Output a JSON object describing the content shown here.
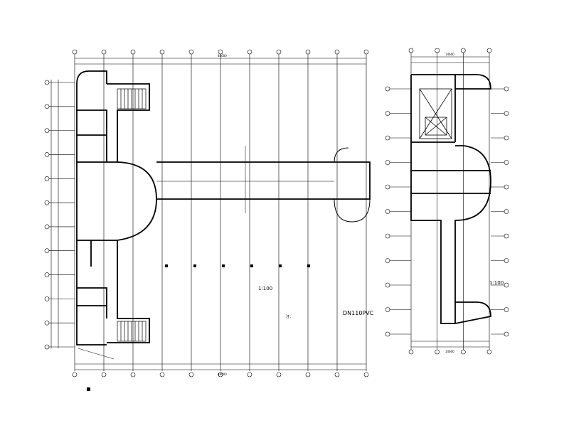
{
  "labels": {
    "left_plan_scale": "1:100",
    "right_plan_scale": "1:100",
    "note_text": "DN110PVC",
    "note_prefix": "注：",
    "top_dim_total": "48000",
    "bottom_dim_total": "48000",
    "right_top_dim_total": "14600",
    "right_bottom_dim_total": "14600"
  },
  "left_plan": {
    "column_grid_count": 11,
    "row_grid_count": 12
  },
  "right_plan": {
    "column_grid_count": 4,
    "row_grid_count": 11
  }
}
